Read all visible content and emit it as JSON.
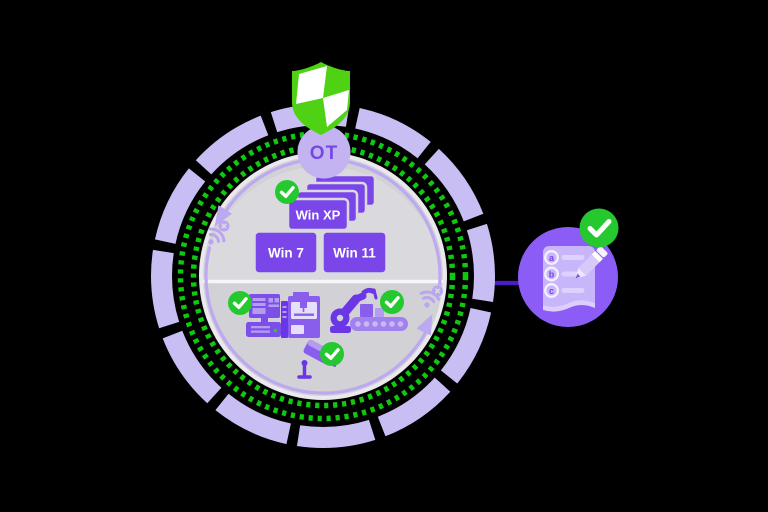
{
  "title": "OT zone security illustration",
  "colors": {
    "background": "#000000",
    "ring_lavender": "#C9BEF4",
    "dot_green": "#0FC90F",
    "shield_green": "#4FD214",
    "check_green": "#25C82F",
    "disc_gray": "#D2D1D5",
    "disc_gray_light": "#DAD9DD",
    "disc_rim": "#EAE9ED",
    "divider_white": "#F6F5F8",
    "card_purple": "#7B46E9",
    "accent_purple": "#BCA9F1",
    "badge_lavender": "#C3B4F1",
    "badge_text_purple": "#7747E6",
    "machine_purple": "#8A5EEC",
    "machine_dark_purple": "#6B36E6",
    "machine_light_purple": "#B49CF2",
    "side_circle_purple": "#8B5CF6",
    "doc_lavender": "#C9B5FA",
    "connector_purple": "#4A1EC4"
  },
  "ot_zone": {
    "label": "OT",
    "os_cards": [
      {
        "label": "Win XP"
      },
      {
        "label": "Win 7"
      },
      {
        "label": "Win 11"
      }
    ]
  },
  "checklist": {
    "items": [
      {
        "label": "a"
      },
      {
        "label": "b"
      },
      {
        "label": "c"
      }
    ]
  },
  "icons": {
    "shield": "checkered-security-shield",
    "checkmark": "green-verified-check",
    "wifi_offline": "wifi-blocked-x",
    "workstation": "industrial-pc-with-keyboard",
    "printer": "industrial-3d-printer",
    "robot": "robot-arm-with-conveyor",
    "camera": "cctv-camera",
    "checklist_doc": "checklist-document-with-pencil",
    "cycle_arrows": "counterclockwise-cycle-arrows"
  }
}
